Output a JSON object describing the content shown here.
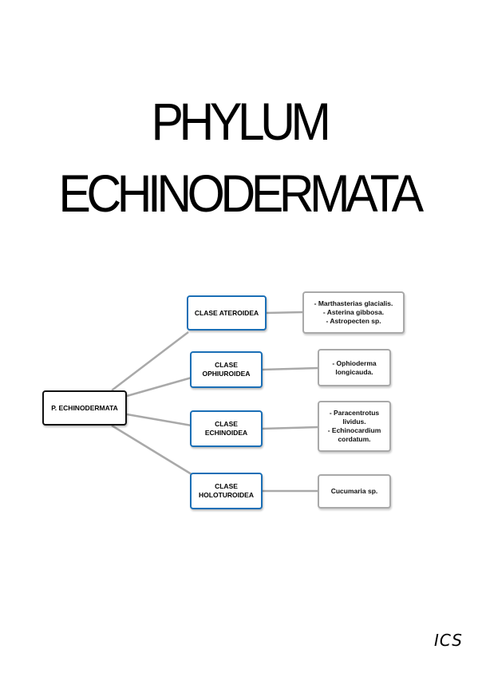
{
  "title": {
    "line1": "PHYLUM",
    "line2": "ECHINODERMATA"
  },
  "diagram": {
    "root": "P. ECHINODERMATA",
    "classes": [
      {
        "label": [
          "CLASE ATEROIDEA"
        ],
        "species": [
          "- Marthasterias glacialis.",
          "- Asterina gibbosa.",
          "- Astropecten sp."
        ]
      },
      {
        "label": [
          "CLASE",
          "OPHIUROIDEA"
        ],
        "species": [
          "- Ophioderma",
          "longicauda."
        ]
      },
      {
        "label": [
          "CLASE",
          "ECHINOIDEA"
        ],
        "species": [
          "- Paracentrotus",
          "lividus.",
          "- Echinocardium",
          "cordatum."
        ]
      },
      {
        "label": [
          "CLASE",
          "HOLOTUROIDEA"
        ],
        "species": [
          "Cucumaria sp."
        ]
      }
    ]
  },
  "signature": "ICS",
  "colors": {
    "class_border": "#1b6fb6",
    "species_border": "#a9a9a9",
    "connector": "#a9a9a9"
  }
}
